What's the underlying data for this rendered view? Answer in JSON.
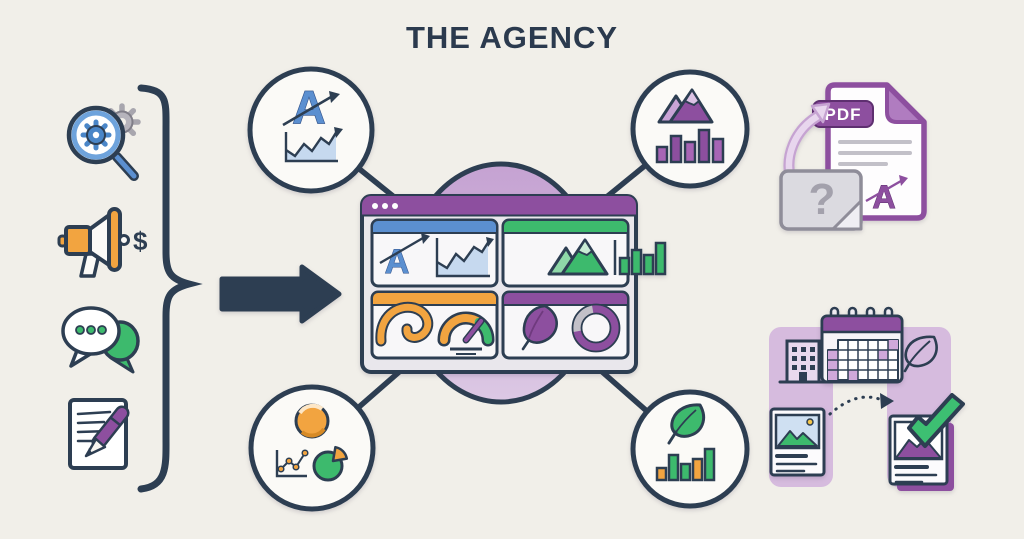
{
  "title": "THE AGENCY",
  "texts": {
    "dollar": "$",
    "question": "?",
    "pdf_label": "PDF",
    "logo_letter": "A"
  },
  "colors": {
    "background": "#f1efe9",
    "outline_navy": "#2d3e52",
    "brand_purple": "#8d4f9f",
    "lavender": "#cdaed8",
    "blue": "#5b8fd0",
    "green": "#3dba6d",
    "orange": "#f2a440",
    "gray": "#b9b7bd"
  },
  "left_services": {
    "icons": [
      "search-with-gears",
      "megaphone-with-dollar",
      "chat-bubbles",
      "document-with-pencil"
    ]
  },
  "hub": {
    "kind": "dashboard-browser-window",
    "window_dots": 3,
    "panels": [
      {
        "name": "logo-trend-panel",
        "header_color": "#5b8fd0"
      },
      {
        "name": "mountains-bars-panel",
        "header_color": "#3dba6d"
      },
      {
        "name": "wave-gauge-panel",
        "header_color": "#f2a440"
      },
      {
        "name": "leaf-donut-panel",
        "header_color": "#8d4f9f"
      }
    ]
  },
  "satellites": [
    {
      "position": "top-left",
      "icon": "logo-a-area-chart"
    },
    {
      "position": "top-right",
      "icon": "purple-mountains-bar-chart"
    },
    {
      "position": "bottom-left",
      "icon": "swirl-line-pie-charts"
    },
    {
      "position": "bottom-right",
      "icon": "leaf-bar-chart"
    }
  ],
  "outputs": [
    {
      "name": "pdf-report-conversion",
      "badge": "PDF"
    },
    {
      "name": "content-scheduling-approval",
      "icons": [
        "building",
        "calendar",
        "leaf",
        "image-card",
        "approved-card-checkmark"
      ]
    }
  ]
}
